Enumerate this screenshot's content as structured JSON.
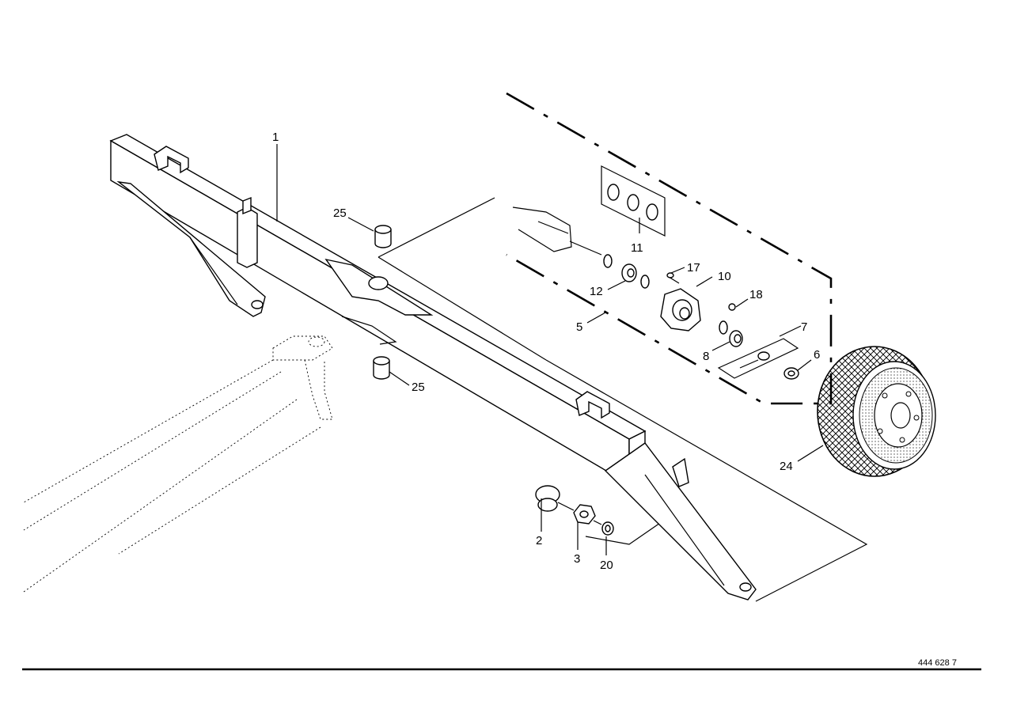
{
  "drawing": {
    "doc_number": "444 628 7",
    "callouts": [
      "1",
      "25",
      "25",
      "11",
      "17",
      "10",
      "12",
      "18",
      "5",
      "7",
      "8",
      "6",
      "24",
      "2",
      "3",
      "20"
    ]
  }
}
